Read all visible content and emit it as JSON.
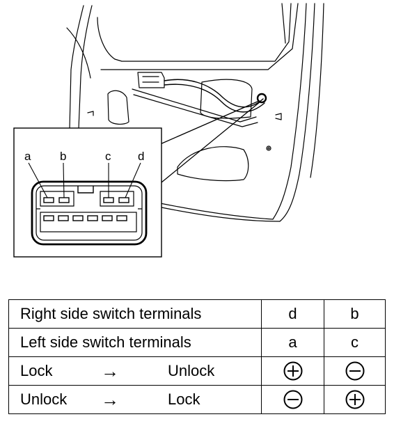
{
  "connector": {
    "terminal_labels": [
      "a",
      "b",
      "c",
      "d"
    ]
  },
  "table": {
    "rows": [
      {
        "label": "Right side switch terminals",
        "col1": "d",
        "col2": "b"
      },
      {
        "label": "Left side switch terminals",
        "col1": "a",
        "col2": "c"
      },
      {
        "from": "Lock",
        "arrow": "→",
        "to": "Unlock",
        "col1_sign": "plus",
        "col2_sign": "minus"
      },
      {
        "from": "Unlock",
        "arrow": "→",
        "to": "Lock",
        "col1_sign": "minus",
        "col2_sign": "plus"
      }
    ]
  }
}
